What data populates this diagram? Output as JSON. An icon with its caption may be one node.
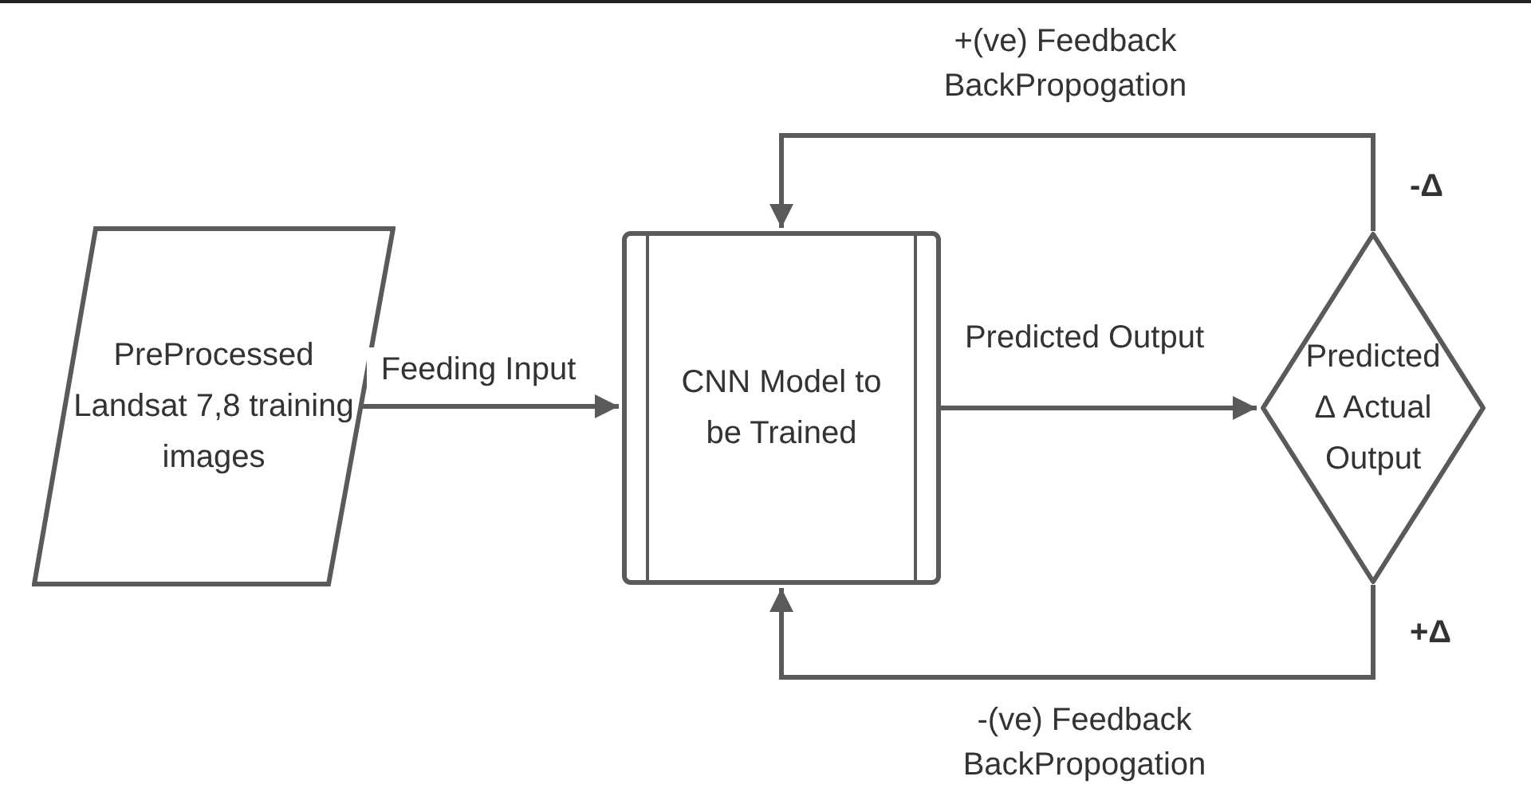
{
  "diagram": {
    "nodes": [
      {
        "text": [
          "PreProcessed Landsat 7,8 training images"
        ]
      },
      {
        "text": [
          "CNN Model to be Trained"
        ]
      },
      {
        "text": [
          "Predicted Δ Actual Output"
        ]
      }
    ],
    "edges": [
      {
        "from": 0,
        "to": 1,
        "arrow": "to",
        "label": "Feeding Input"
      },
      {
        "from": 1,
        "to": 2,
        "arrow": "to",
        "label": "Predicted Output"
      },
      {
        "from": 2,
        "to": 1,
        "arrow": "to",
        "label": "+(ve) Feedback BackPropogation"
      },
      {
        "from": 2,
        "to": 1,
        "arrow": "to",
        "label": "-(ve) Feedback BackPropogation"
      }
    ],
    "labels": [
      "-Δ",
      "+Δ"
    ]
  }
}
